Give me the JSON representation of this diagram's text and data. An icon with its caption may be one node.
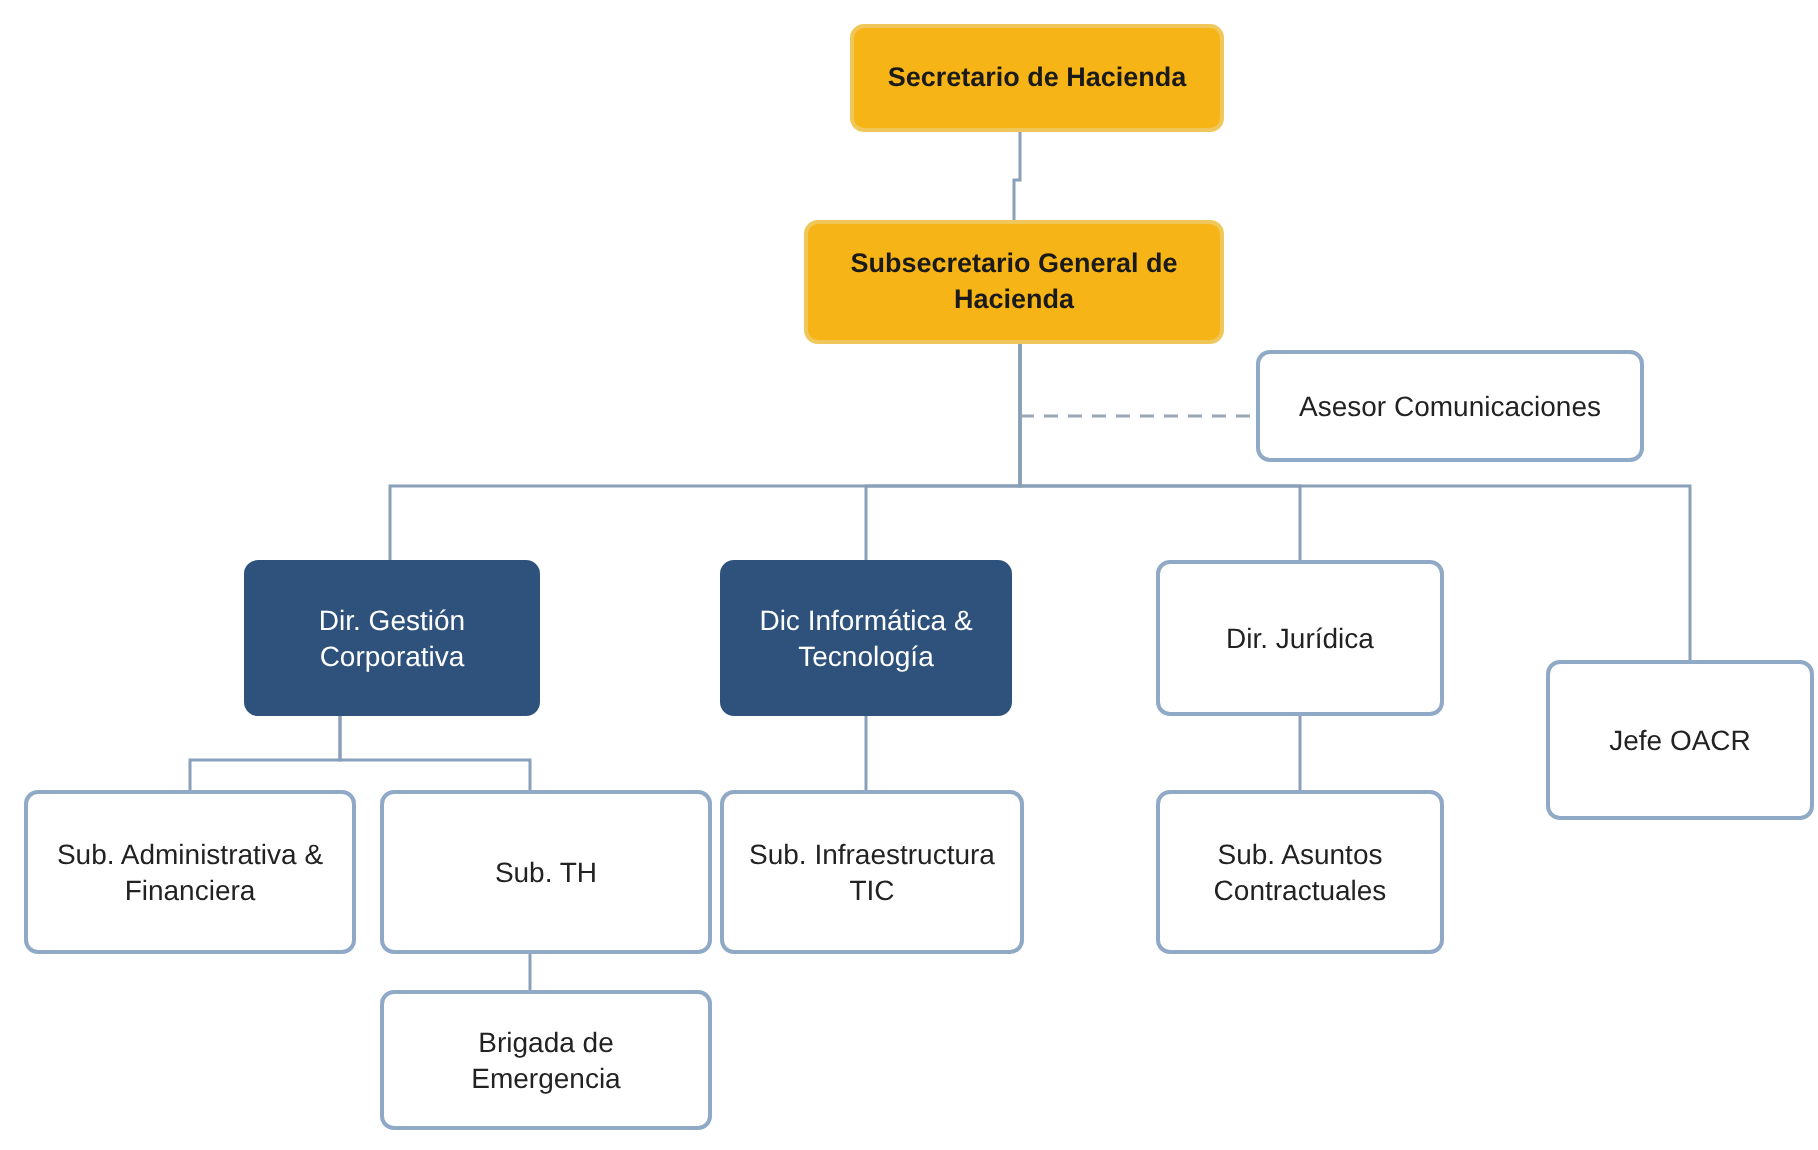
{
  "diagram": {
    "nodes": [
      {
        "text": [
          "Secretario de Hacienda"
        ]
      },
      {
        "text": [
          "Subsecretario General de Hacienda"
        ]
      },
      {
        "text": [
          "Asesor Comunicaciones"
        ]
      },
      {
        "text": [
          "Dir. Gestión Corporativa"
        ]
      },
      {
        "text": [
          "Dic Informática & Tecnología"
        ]
      },
      {
        "text": [
          "Dir. Jurídica"
        ]
      },
      {
        "text": [
          "Jefe OACR"
        ]
      },
      {
        "text": [
          "Sub. Administrativa & Financiera"
        ]
      },
      {
        "text": [
          "Sub. TH"
        ]
      },
      {
        "text": [
          "Sub. Infraestructura TIC"
        ]
      },
      {
        "text": [
          "Sub. Asuntos Contractuales"
        ]
      },
      {
        "text": [
          "Brigada de Emergencia"
        ]
      }
    ],
    "edges": [
      {
        "from": 0,
        "to": 1,
        "arrow": "none"
      },
      {
        "from": 1,
        "to": 2,
        "arrow": "none",
        "style": "dashed"
      },
      {
        "from": 1,
        "to": 3,
        "arrow": "none"
      },
      {
        "from": 1,
        "to": 4,
        "arrow": "none"
      },
      {
        "from": 1,
        "to": 5,
        "arrow": "none"
      },
      {
        "from": 1,
        "to": 6,
        "arrow": "none"
      },
      {
        "from": 3,
        "to": 7,
        "arrow": "none"
      },
      {
        "from": 3,
        "to": 8,
        "arrow": "none"
      },
      {
        "from": 4,
        "to": 9,
        "arrow": "none"
      },
      {
        "from": 5,
        "to": 10,
        "arrow": "none"
      },
      {
        "from": 8,
        "to": 11,
        "arrow": "none"
      }
    ]
  }
}
